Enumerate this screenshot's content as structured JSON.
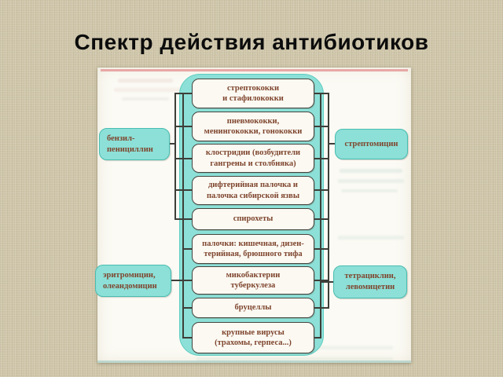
{
  "slide": {
    "title": "Спектр действия антибиотиков"
  },
  "diagram": {
    "bacteria": [
      {
        "label": "стрептококки\nи стафилококки"
      },
      {
        "label": "пневмококки,\nменингококки, гонококки"
      },
      {
        "label": "клостридии (возбудители\nгангрены и столбняка)"
      },
      {
        "label": "дифтерийная палочка и\nпалочка сибирской язвы"
      },
      {
        "label": "спирохеты"
      },
      {
        "label": "палочки: кишечная, дизен-\nтерийная, брюшного тифа"
      },
      {
        "label": "микобактерии\nтуберкулеза"
      },
      {
        "label": "бруцеллы"
      },
      {
        "label": "крупные вирусы\n(трахомы, герпеса...)"
      }
    ],
    "antibiotics": [
      {
        "position": "left-top",
        "label": "бензил-\nпенициллин"
      },
      {
        "position": "left-bottom",
        "label": "эритромицин,\nолеандомицин"
      },
      {
        "position": "right-top",
        "label": "стрептомицин"
      },
      {
        "position": "right-bottom",
        "label": "тетрациклин,\nлевомицетин"
      }
    ],
    "colors": {
      "teal_fill": "#8ce0d7",
      "box_border": "#45453e",
      "text_brown": "#7f452e",
      "accent_pink": "#e59a9b",
      "background_beige": "#cfc6aa"
    }
  }
}
